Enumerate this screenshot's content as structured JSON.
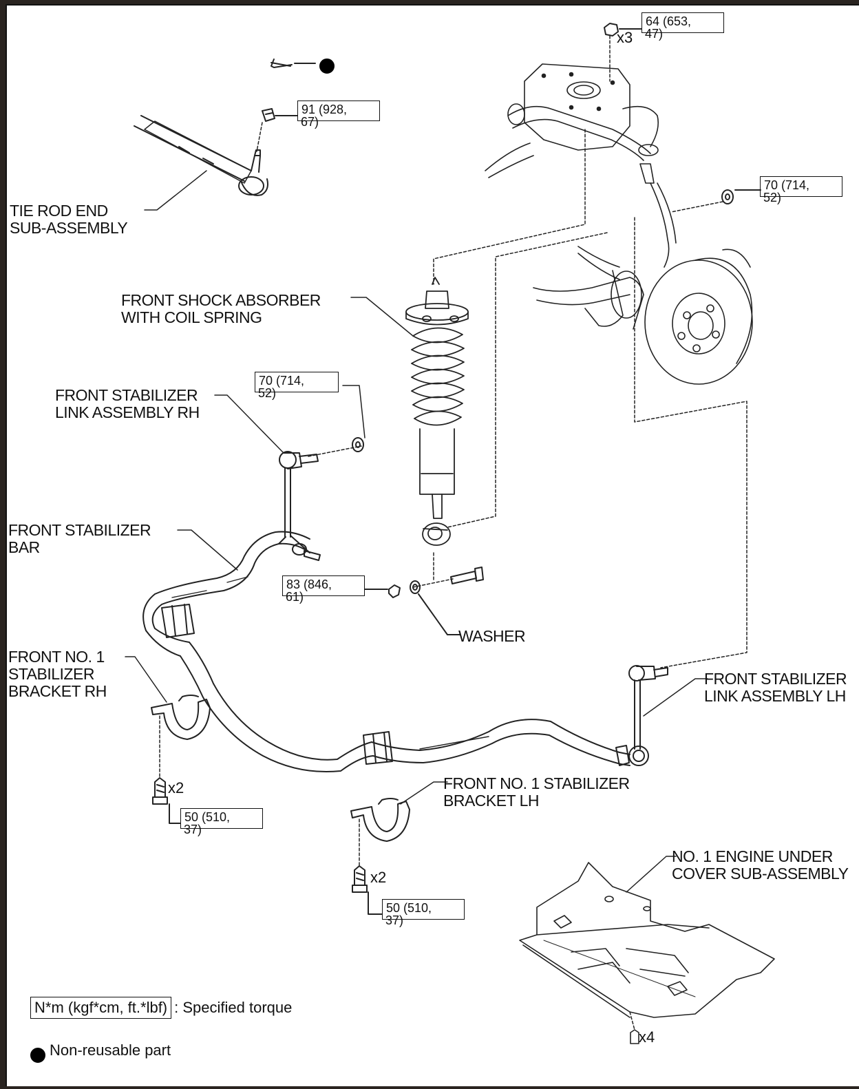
{
  "labels": {
    "tie_rod_end": "TIE ROD END\nSUB-ASSEMBLY",
    "shock_absorber": "FRONT SHOCK ABSORBER\nWITH COIL SPRING",
    "link_rh": "FRONT STABILIZER\nLINK ASSEMBLY RH",
    "stabilizer_bar": "FRONT STABILIZER\nBAR",
    "bracket_rh": "FRONT NO. 1\nSTABILIZER\nBRACKET RH",
    "washer": "WASHER",
    "link_lh": "FRONT STABILIZER\nLINK ASSEMBLY LH",
    "bracket_lh": "FRONT NO. 1 STABILIZER\nBRACKET LH",
    "under_cover": "NO. 1 ENGINE UNDER\nCOVER SUB-ASSEMBLY"
  },
  "torques": {
    "t64": {
      "line1": "64 (653,",
      "line2": "47)"
    },
    "t91": {
      "line1": "91 (928,",
      "line2": "67)"
    },
    "t70_upper": {
      "line1": "70 (714,",
      "line2": "52)"
    },
    "t70_link": {
      "line1": "70 (714,",
      "line2": "52)"
    },
    "t83": {
      "line1": "83 (846,",
      "line2": "61)"
    },
    "t50_rh": {
      "line1": "50 (510,",
      "line2": "37)"
    },
    "t50_lh": {
      "line1": "50 (510,",
      "line2": "37)"
    }
  },
  "quantities": {
    "nuts_top": "x3",
    "bolts_rh": "x2",
    "bolts_lh": "x2",
    "cover_bolts": "x4"
  },
  "legend": {
    "torque_unit": "N*m (kgf*cm, ft.*lbf)",
    "torque_desc": ": Specified torque",
    "non_reusable": "Non-reusable part"
  }
}
